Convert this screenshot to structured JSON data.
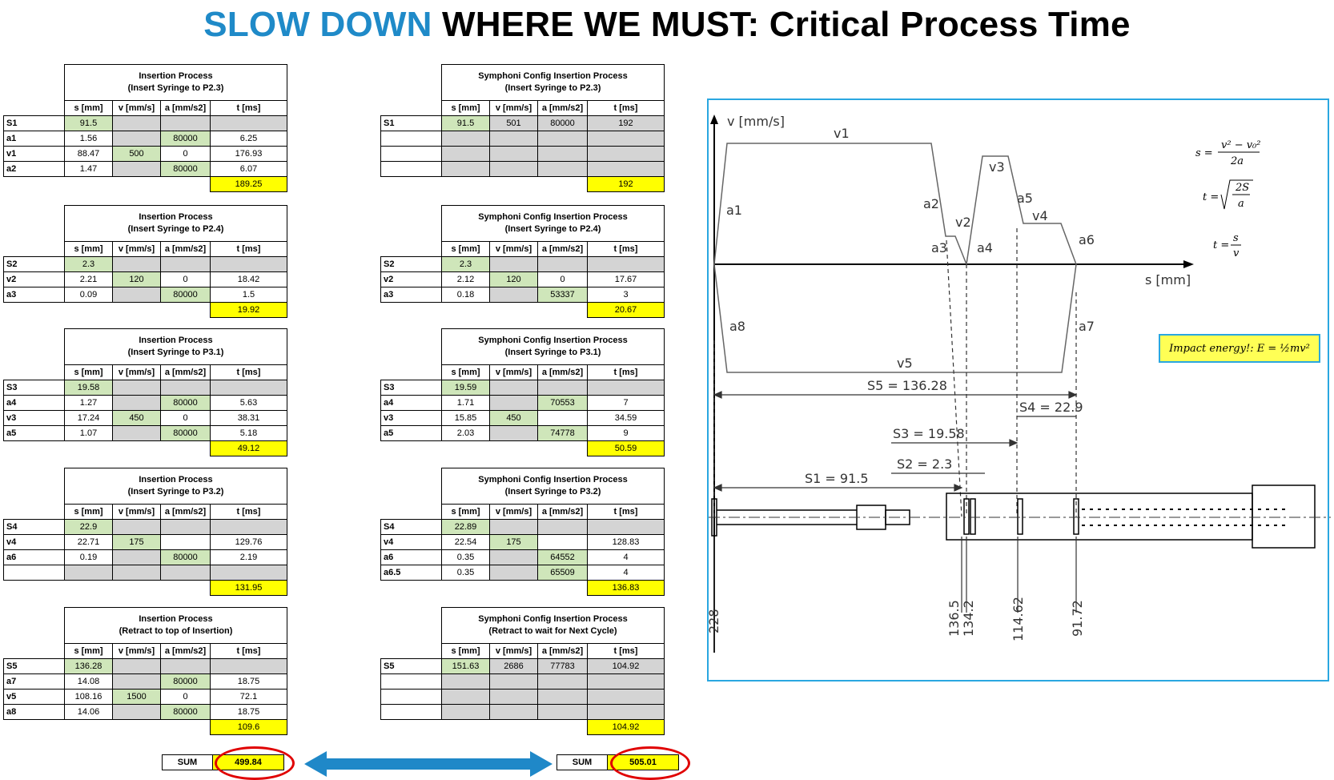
{
  "title": {
    "highlight": "SLOW DOWN",
    "rest": "WHERE WE MUST: Critical Process Time"
  },
  "col_headers": {
    "s": "s [mm]",
    "v": "v [mm/s]",
    "a": "a [mm/s2]",
    "t": "t [ms]"
  },
  "left_tables": [
    {
      "title1": "Insertion Process",
      "title2": "(Insert Syringe to P2.3)",
      "rows": [
        [
          "S1",
          "91.5",
          "",
          "",
          ""
        ],
        [
          "a1",
          "1.56",
          "",
          "80000",
          "6.25"
        ],
        [
          "v1",
          "88.47",
          "500",
          "0",
          "176.93"
        ],
        [
          "a2",
          "1.47",
          "",
          "80000",
          "6.07"
        ]
      ],
      "total": "189.25"
    },
    {
      "title1": "Insertion Process",
      "title2": "(Insert Syringe to P2.4)",
      "rows": [
        [
          "S2",
          "2.3",
          "",
          "",
          ""
        ],
        [
          "v2",
          "2.21",
          "120",
          "0",
          "18.42"
        ],
        [
          "a3",
          "0.09",
          "",
          "80000",
          "1.5"
        ]
      ],
      "total": "19.92"
    },
    {
      "title1": "Insertion Process",
      "title2": "(Insert Syringe to P3.1)",
      "rows": [
        [
          "S3",
          "19.58",
          "",
          "",
          ""
        ],
        [
          "a4",
          "1.27",
          "",
          "80000",
          "5.63"
        ],
        [
          "v3",
          "17.24",
          "450",
          "0",
          "38.31"
        ],
        [
          "a5",
          "1.07",
          "",
          "80000",
          "5.18"
        ]
      ],
      "total": "49.12"
    },
    {
      "title1": "Insertion Process",
      "title2": "(Insert Syringe to P3.2)",
      "rows": [
        [
          "S4",
          "22.9",
          "",
          "",
          ""
        ],
        [
          "v4",
          "22.71",
          "175",
          "",
          "129.76"
        ],
        [
          "a6",
          "0.19",
          "",
          "80000",
          "2.19"
        ],
        [
          "",
          "",
          "",
          "",
          ""
        ]
      ],
      "total": "131.95"
    },
    {
      "title1": "Insertion Process",
      "title2": "(Retract to top of Insertion)",
      "rows": [
        [
          "S5",
          "136.28",
          "",
          "",
          ""
        ],
        [
          "a7",
          "14.08",
          "",
          "80000",
          "18.75"
        ],
        [
          "v5",
          "108.16",
          "1500",
          "0",
          "72.1"
        ],
        [
          "a8",
          "14.06",
          "",
          "80000",
          "18.75"
        ]
      ],
      "total": "109.6"
    }
  ],
  "right_tables": [
    {
      "title1": "Symphoni Config Insertion Process",
      "title2": "(Insert Syringe to P2.3)",
      "rows": [
        [
          "S1",
          "91.5",
          "501",
          "80000",
          "192"
        ],
        [
          "",
          "",
          "",
          "",
          ""
        ],
        [
          "",
          "",
          "",
          "",
          ""
        ],
        [
          "",
          "",
          "",
          "",
          ""
        ]
      ],
      "total": "192"
    },
    {
      "title1": "Symphoni Config Insertion Process",
      "title2": "(Insert Syringe to P2.4)",
      "rows": [
        [
          "S2",
          "2.3",
          "",
          "",
          ""
        ],
        [
          "v2",
          "2.12",
          "120",
          "0",
          "17.67"
        ],
        [
          "a3",
          "0.18",
          "",
          "53337",
          "3"
        ]
      ],
      "total": "20.67"
    },
    {
      "title1": "Symphoni Config Insertion Process",
      "title2": "(Insert Syringe to P3.1)",
      "rows": [
        [
          "S3",
          "19.59",
          "",
          "",
          ""
        ],
        [
          "a4",
          "1.71",
          "",
          "70553",
          "7"
        ],
        [
          "v3",
          "15.85",
          "450",
          "",
          "34.59"
        ],
        [
          "a5",
          "2.03",
          "",
          "74778",
          "9"
        ]
      ],
      "total": "50.59"
    },
    {
      "title1": "Symphoni Config Insertion Process",
      "title2": "(Insert Syringe to P3.2)",
      "rows": [
        [
          "S4",
          "22.89",
          "",
          "",
          ""
        ],
        [
          "v4",
          "22.54",
          "175",
          "",
          "128.83"
        ],
        [
          "a6",
          "0.35",
          "",
          "64552",
          "4"
        ],
        [
          "a6.5",
          "0.35",
          "",
          "65509",
          "4"
        ]
      ],
      "total": "136.83"
    },
    {
      "title1": "Symphoni Config Insertion Process",
      "title2": "(Retract to wait for Next Cycle)",
      "rows": [
        [
          "S5",
          "151.63",
          "2686",
          "77783",
          "104.92"
        ],
        [
          "",
          "",
          "",
          "",
          ""
        ],
        [
          "",
          "",
          "",
          "",
          ""
        ],
        [
          "",
          "",
          "",
          "",
          ""
        ]
      ],
      "total": "104.92"
    }
  ],
  "sum": {
    "label": "SUM",
    "left_value": "499.84",
    "right_value": "505.01"
  },
  "diagram": {
    "v_axis": "v [mm/s]",
    "s_axis": "s [mm]",
    "segment_labels": [
      "v1",
      "v2",
      "v3",
      "v4",
      "v5",
      "a1",
      "a2",
      "a3",
      "a4",
      "a5",
      "a6",
      "a7",
      "a8"
    ],
    "dimensions": {
      "s5": "S5 = 136.28",
      "s4": "S4 = 22.9",
      "s3": "S3 = 19.58",
      "s2": "S2 = 2.3",
      "s1": "S1 = 91.5"
    },
    "positions": [
      "228",
      "136.5",
      "134.2",
      "114.62",
      "91.72"
    ],
    "formulas": {
      "s": "s =",
      "t_sqrt": "t =",
      "t_div": "t ="
    },
    "impact_energy": "Impact energy!: E = ½mv²"
  },
  "colors": {
    "title_accent": "#1f8ac8",
    "input_green": "#cfe6ba",
    "total_yellow": "#ffff00",
    "disabled_gray": "#d4d4d4",
    "frame_blue": "#2aa7e0",
    "arrow_blue": "#1f88c8",
    "highlight_red": "#e00000"
  }
}
